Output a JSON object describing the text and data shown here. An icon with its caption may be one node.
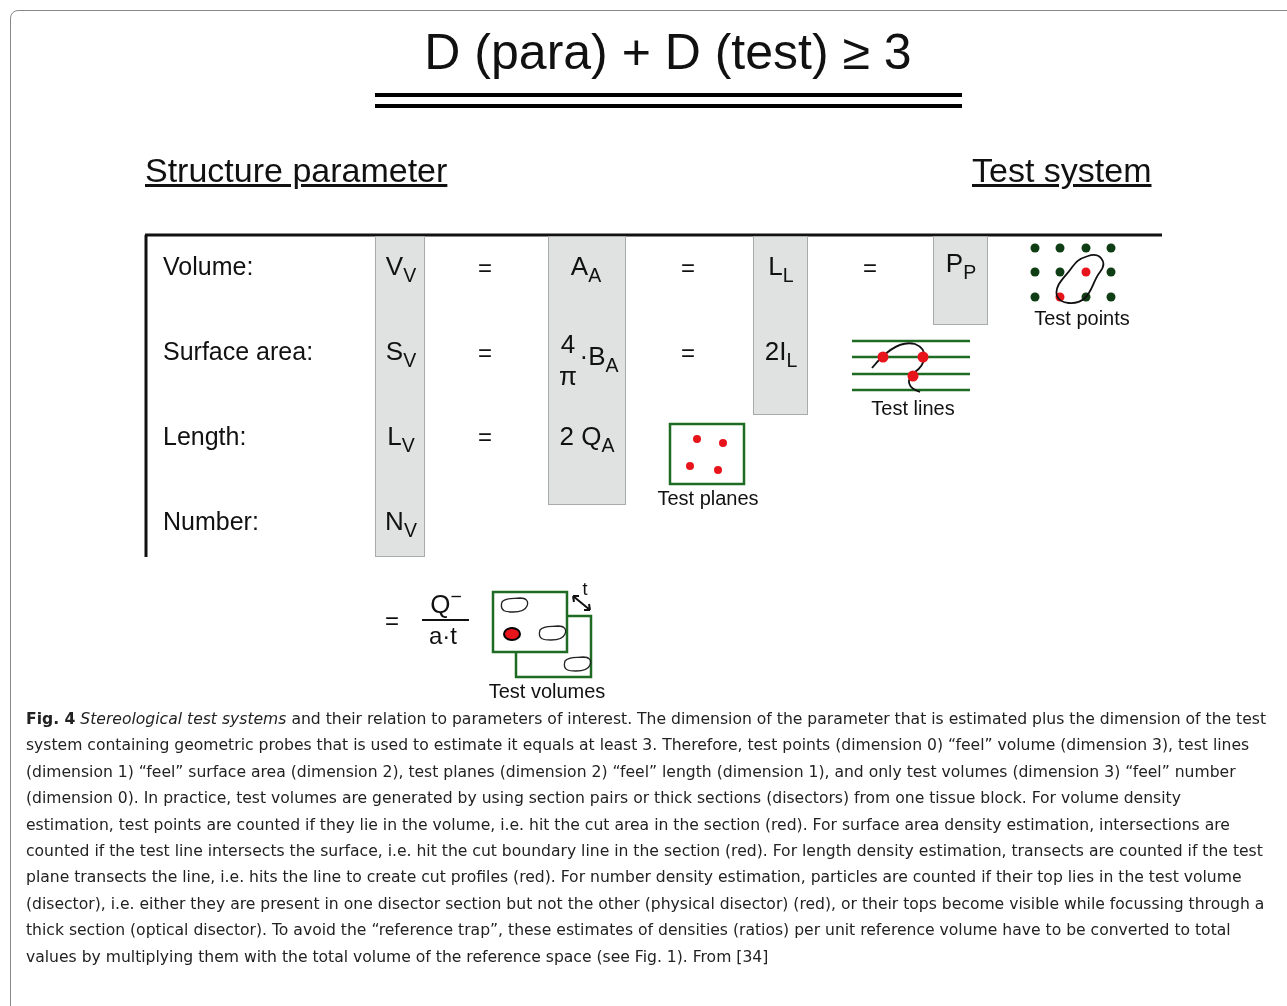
{
  "diagram": {
    "title": "D (para) + D (test) ≥ 3",
    "caption": "**Fig. 4** *Stereological test systems* and their relation to parameters of interest. The dimension of the parameter that is estimated plus the dimension of the test system containing geometric probes that is used to estimate it equals at least 3. Therefore, test points (dimension 0) “feel” volume (dimension 3), test lines (dimension 1) “feel” surface area (dimension 2), test planes (dimension 2) “feel” length (dimension 1), and only test volumes (dimension 3) “feel” number (dimension 0). In practice, test volumes are generated by using section pairs or thick sections (disectors) from one tissue block. For volume density estimation, test points are counted if they lie in the volume, i.e. hit the cut area in the section (red). For surface area density estimation, intersections are counted if the test line intersects the surface, i.e. hit the cut boundary line in the section (red). For length density estimation, transects are counted if the test plane transects the line, i.e. hits the line to create cut profiles (red). For number density estimation, particles are counted if their top lies in the test volume (disector), i.e. either they are present in one disector section but not the other (physical disector) (red), or their tops become visible while focussing through a thick section (optical disector). To avoid the “reference trap”, these estimates of densities (ratios) per unit reference volume have to be converted to total values by multiplying them with the total volume of the reference space (see Fig. 1). From [34]",
    "nodes": [
      {
        "text": [
          "V$_{V}$",
          "S$_{V}$",
          "L$_{V}$",
          "N$_{V}$"
        ]
      },
      {
        "text": [
          "A$_{A}$",
          "4",
          "π",
          "·B$_{A}$",
          "2 Q$_{A}$"
        ]
      },
      {
        "text": [
          "L$_{L}$",
          "2I$_{L}$"
        ]
      },
      {
        "text": [
          "P$_{P}$"
        ]
      }
    ],
    "edges": [],
    "labels": [
      "Structure parameter",
      "Test system",
      "Volume:",
      "Surface area:",
      "Length:",
      "Number:",
      "=",
      "=",
      "=",
      "=",
      "=",
      "=",
      "Test points",
      "Test lines",
      "Test planes",
      "=",
      "Q$^{−}$",
      "a·t",
      "t",
      "Test volumes"
    ]
  }
}
